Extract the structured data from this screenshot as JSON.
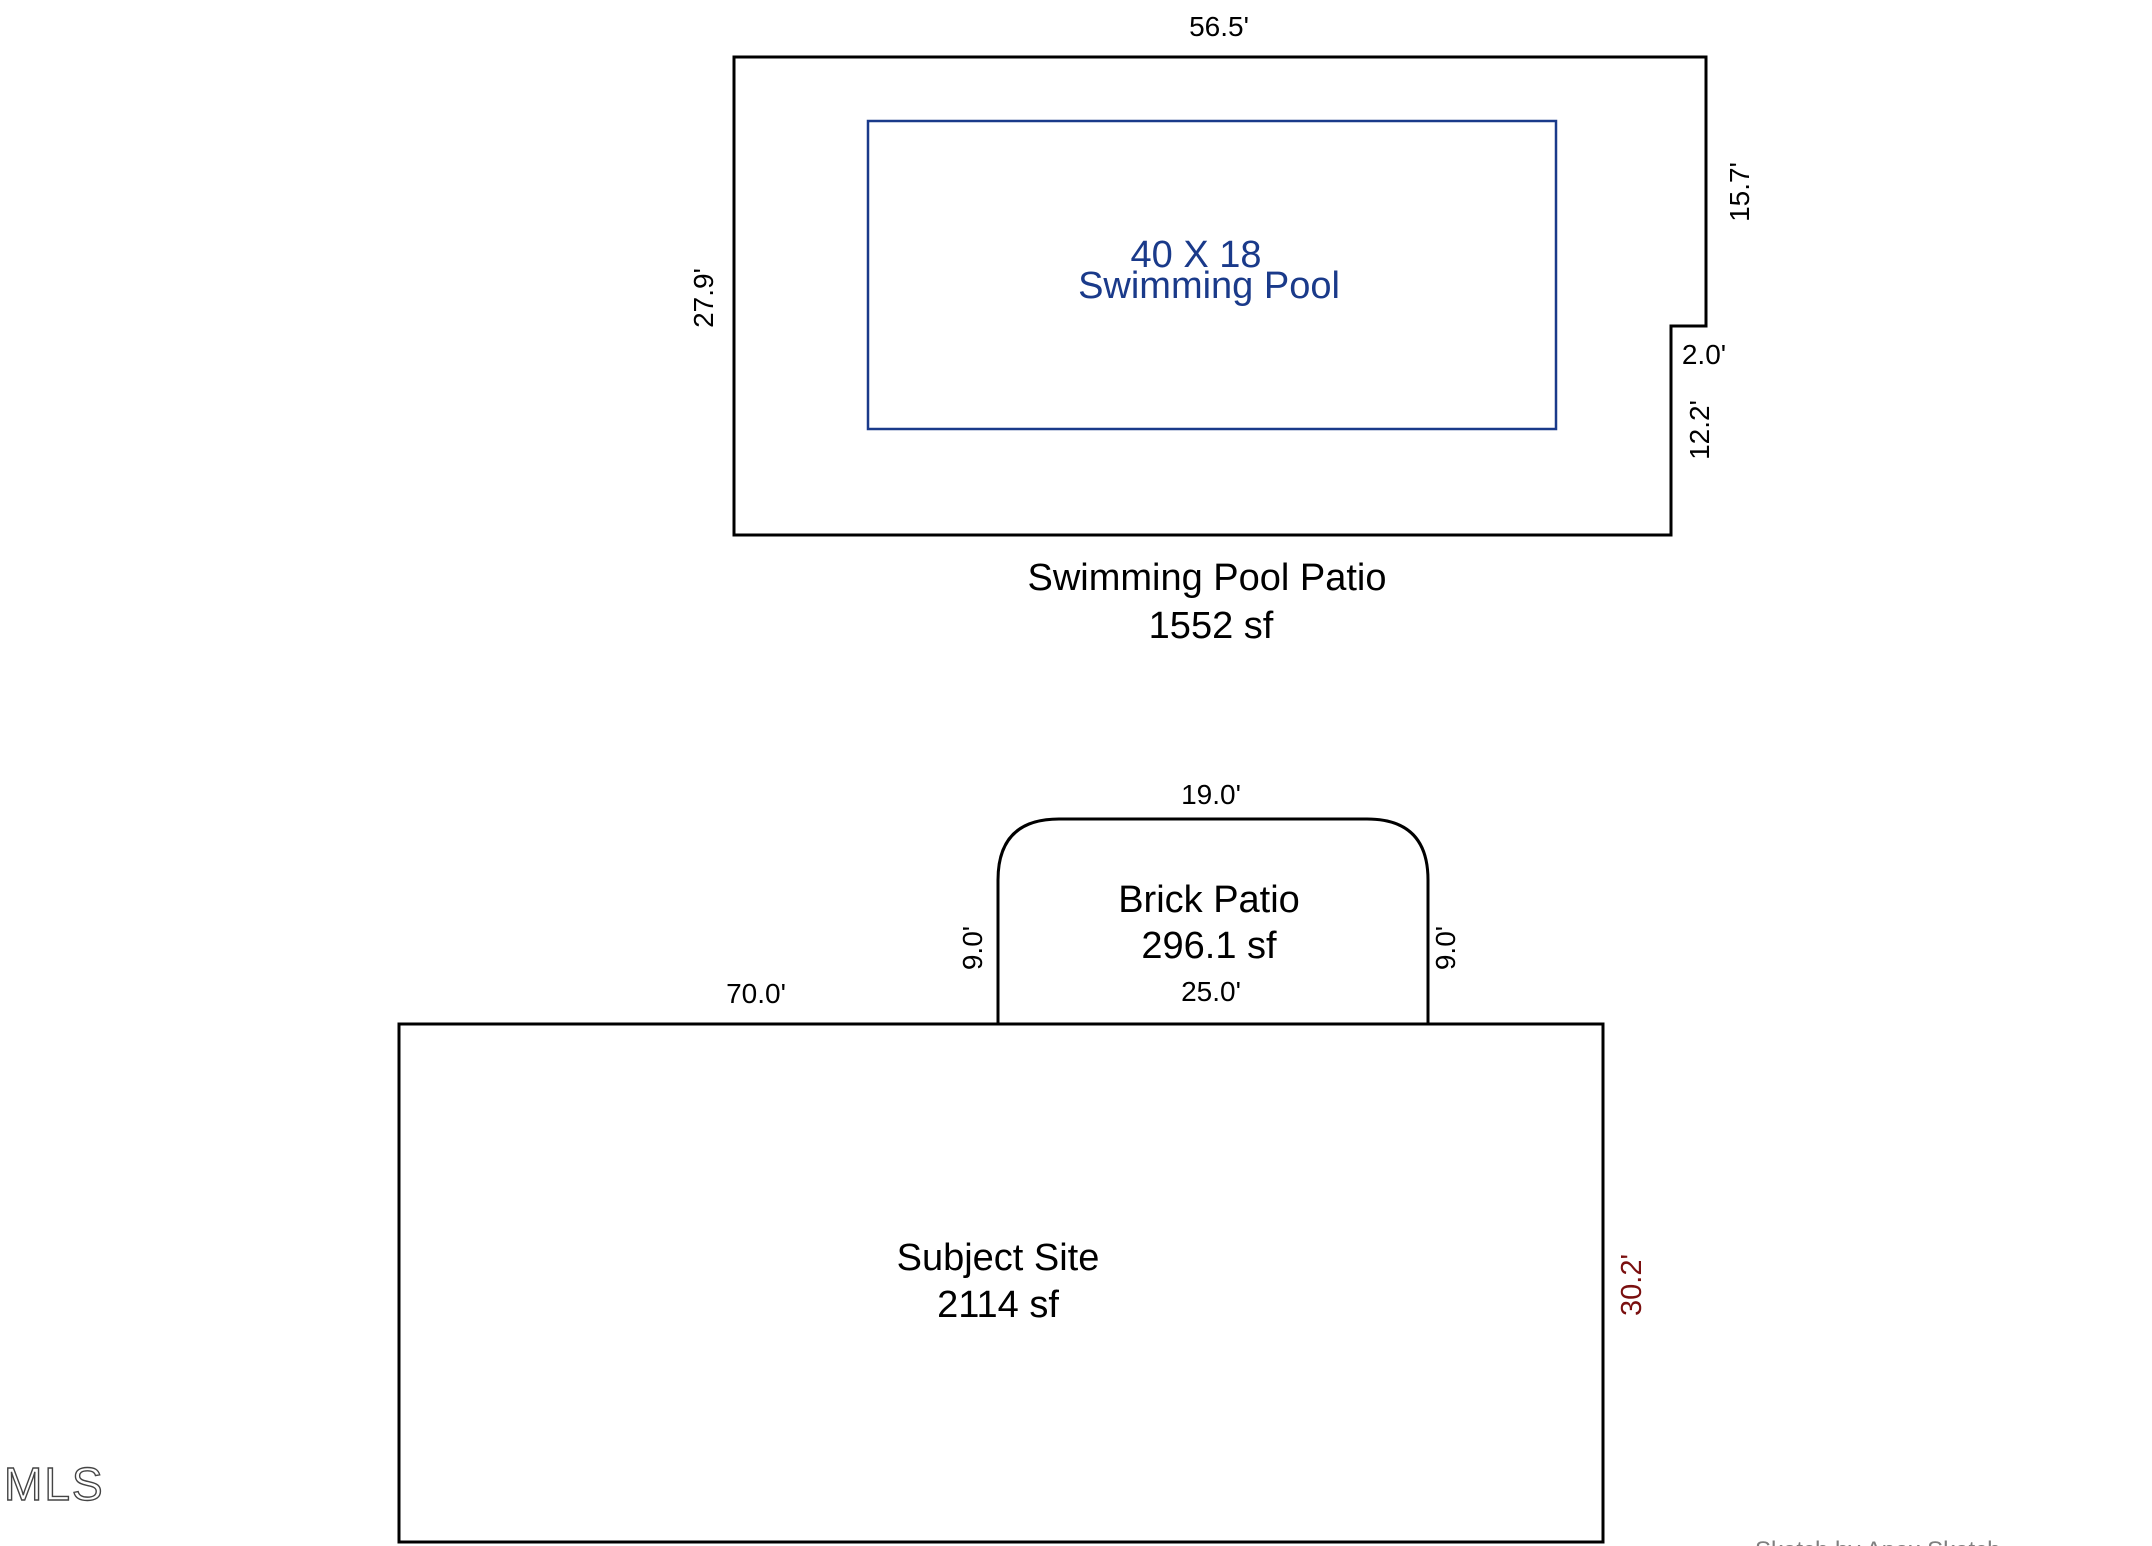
{
  "pool_patio": {
    "name": "Swimming Pool Patio",
    "area": "1552 sf",
    "dims": {
      "top": "56.5'",
      "left": "27.9'",
      "right_upper": "15.7'",
      "step": "2.0'",
      "right_lower": "12.2'"
    }
  },
  "pool": {
    "size": "40 X 18",
    "name": "Swimming Pool"
  },
  "brick_patio": {
    "name": "Brick Patio",
    "area": "296.1 sf",
    "dims": {
      "top": "19.0'",
      "left": "9.0'",
      "right": "9.0'",
      "bottom": "25.0'"
    }
  },
  "subject_site": {
    "name": "Subject Site",
    "area": "2114 sf",
    "dims": {
      "top": "70.0'",
      "right": "30.2'"
    }
  },
  "watermark": "MLS",
  "credit": "Sketch by Apex Sketch",
  "colors": {
    "pool": "#1a3a8a",
    "highlight_dimension": "#7a0f0f",
    "outline": "#000000"
  }
}
